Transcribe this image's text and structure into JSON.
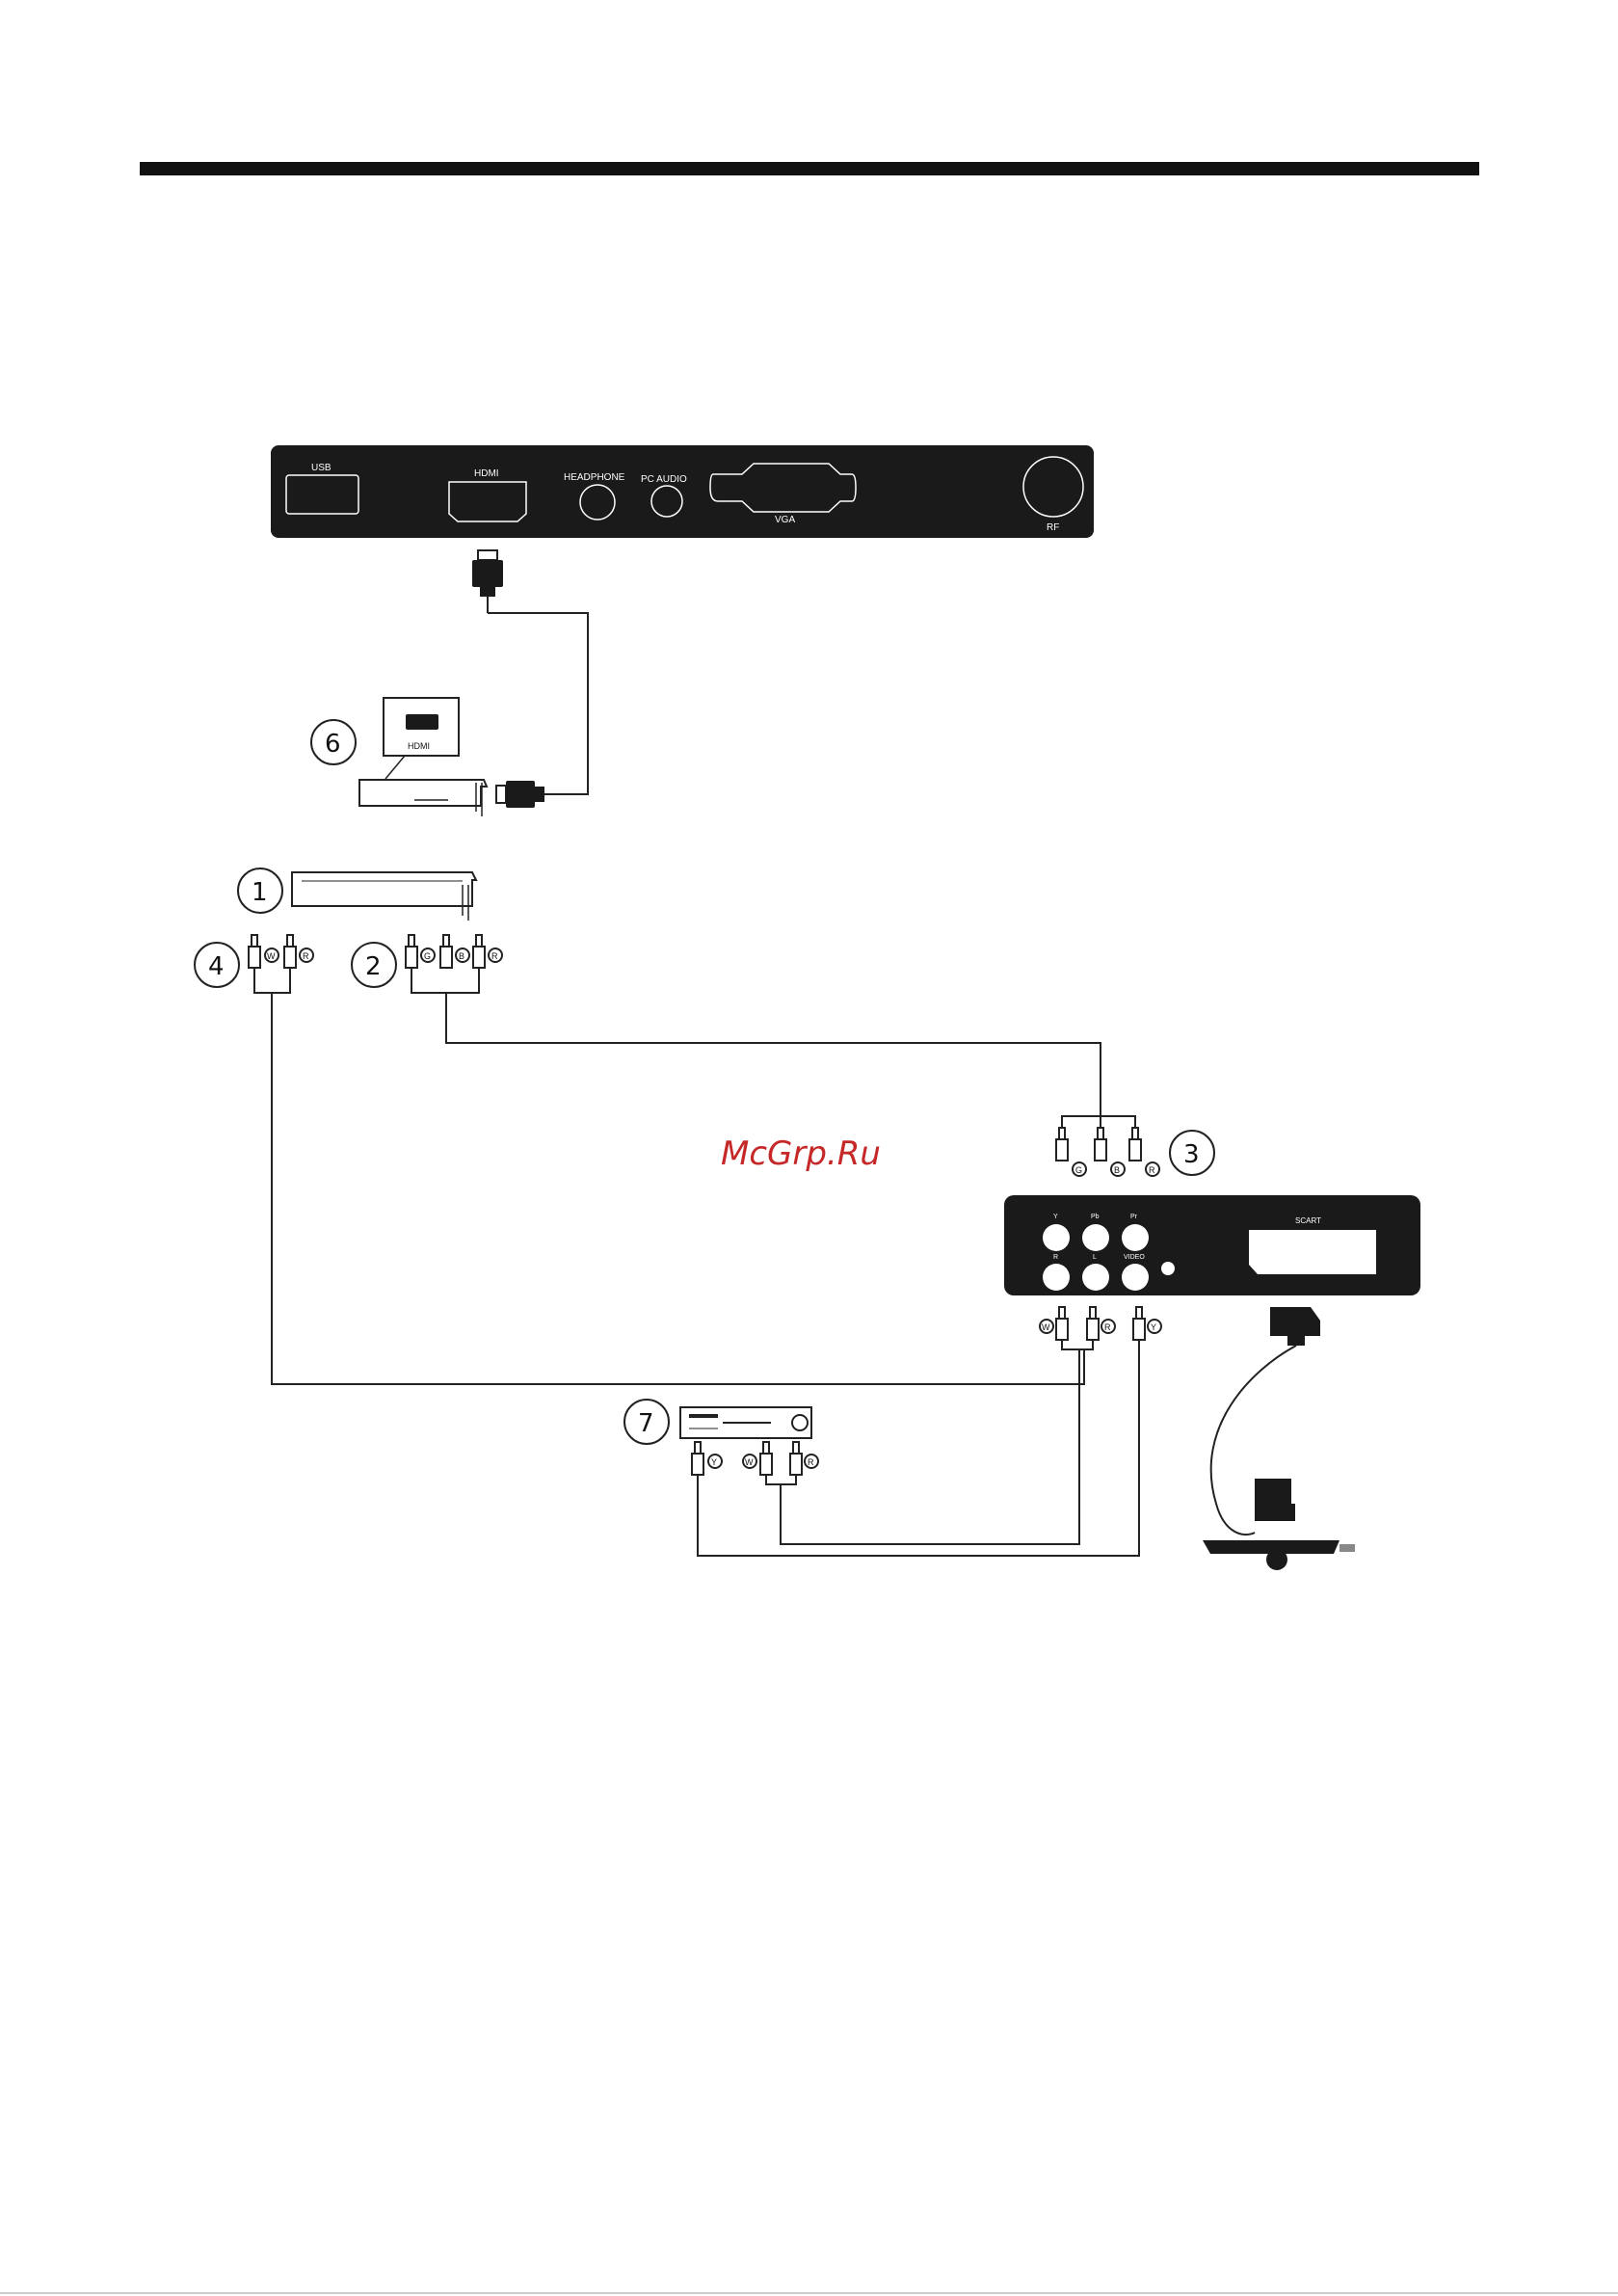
{
  "watermark": "McGrp.Ru",
  "panel_top": {
    "usb": "USB",
    "hdmi": "HDMI",
    "headphone": "HEADPHONE",
    "pc_audio": "PC AUDIO",
    "vga": "VGA",
    "rf": "RF"
  },
  "panel_side": {
    "y": "Y",
    "pb": "Pb",
    "pr": "Pr",
    "r": "R",
    "l": "L",
    "video": "VIDEO",
    "scart": "SCART"
  },
  "device_hdmi_label": "HDMI",
  "callouts": [
    "1",
    "2",
    "3",
    "4",
    "6",
    "7"
  ],
  "plug_letters": {
    "g": "G",
    "b": "B",
    "r": "R",
    "w": "W",
    "y": "Y"
  },
  "colors": {
    "panel": "#1a1a1a",
    "watermark": "#c62828",
    "rule": "#111111"
  }
}
